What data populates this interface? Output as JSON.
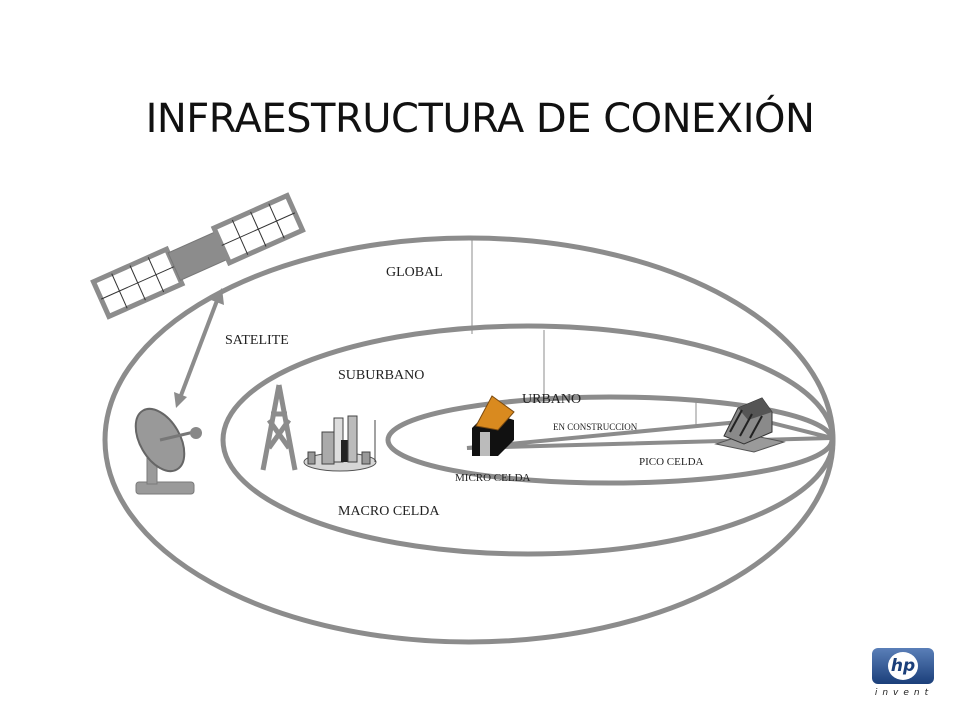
{
  "title": "INFRAESTRUCTURA DE CONEXIÓN",
  "labels": {
    "global": "GLOBAL",
    "satelite": "SATELITE",
    "suburbano": "SUBURBANO",
    "urbano": "URBANO",
    "en_construccion": "EN CONSTRUCCION",
    "pico_celda": "PICO CELDA",
    "micro_celda": "MICRO CELDA",
    "macro_celda": "MACRO CELDA"
  },
  "logo": {
    "mark": "hp",
    "tagline": "invent"
  },
  "colors": {
    "stroke": "#8c8c8c",
    "roof": "#d98a1f",
    "logo": "#1b3f7a"
  },
  "icons": [
    "satellite-icon",
    "dish-antenna-icon",
    "radio-tower-icon",
    "buildings-icon",
    "house-icon",
    "office-building-icon"
  ]
}
